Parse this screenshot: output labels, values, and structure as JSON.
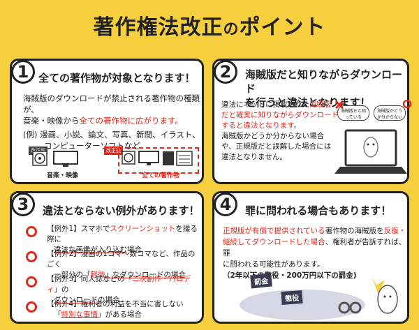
{
  "title": {
    "main": "著作権法改正",
    "particle": "の",
    "tail": "ポイント"
  },
  "cards": [
    {
      "number": "1",
      "heading": "全ての著作物が対象となります！",
      "body_line1": "海賊版のダウンロードが禁止される著作物の種類が、",
      "body_line2_plain": "音楽・映像から",
      "body_line2_red": "全ての著作物に広がります。",
      "body_line3": "(例) 漫画、小説、論文、写真、新聞、イラスト、",
      "body_line4": "コンピューターソフトなど",
      "tag_before": "改正前",
      "tag_after": "改正後",
      "caption_before": "音楽・映像",
      "caption_after": "全ての著作物"
    },
    {
      "number": "2",
      "heading_line1": "海賊版だと知りながらダウンロード",
      "heading_line2": "を行うと違法となります！",
      "body_line1_plain": "違法にネットに掲載された",
      "body_line1_red": "海賊版",
      "body_line2_red": "だと確実に知りながらダウンロード",
      "body_line3_red": "すると違法となります。",
      "body_line4": "海賊版かどうか分からない場合",
      "body_line5": "や、正規版だと誤解した場合には",
      "body_line6": "違法となりません。",
      "bubble_left": "海賊版だと知っている",
      "bubble_right": "海賊版かどうか分からない"
    },
    {
      "number": "3",
      "heading": "違法とならない例外があります！",
      "examples": [
        {
          "label": "【例外1】",
          "plain1": "スマホで",
          "red1": "スクリーンショット",
          "plain2": "を撮る際に",
          "line2_red": "違法な画像が入り込む",
          "line2_plain": "場合"
        },
        {
          "label": "【例外2】",
          "plain1": "漫画の1コマ～数コマなど、作品のごく",
          "line2_plain1": "一部分の「",
          "line2_red": "軽微",
          "line2_plain2": "」なダウンロードの場合"
        },
        {
          "label": "【例外3】",
          "plain1": "同人誌などの「",
          "red1": "二次創作・パロディ",
          "plain2": "」の",
          "line2_red": "ダウンロード",
          "line2_plain": "の場合"
        },
        {
          "label": "【例外4】",
          "plain1": "権利者の利益を不当に害しない",
          "line2_plain1": "「",
          "line2_red": "特別な事情",
          "line2_plain2": "」がある場合"
        }
      ]
    },
    {
      "number": "4",
      "heading": "罪に問われる場合もあります！",
      "body_line1_red": "正規版が有償で提供されている",
      "body_line1_plain": "著作物の海賊版を",
      "body_line1_red2": "反復・",
      "body_line2_red": "継続してダウンロードした場合",
      "body_line2_plain": "、権利者が告訴すれば、罪",
      "body_line3": "に問われる可能性があります。",
      "body_line4": "（2年以下の懲役・200万円以下の罰金)",
      "sign1": "罰金",
      "sign2": "懲役"
    }
  ]
}
